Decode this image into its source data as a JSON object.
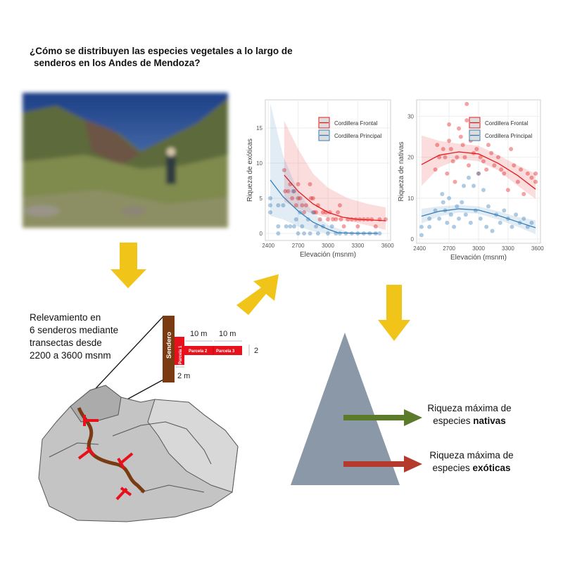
{
  "title": {
    "line1": "¿Cómo se distribuyen las especies vegetales a lo largo de",
    "line2": "senderos en los Andes de Mendoza?"
  },
  "survey": {
    "lines": [
      "Relevamiento en",
      "6 senderos mediante",
      "transectas desde",
      "2200 a 3600 msnm"
    ]
  },
  "transect": {
    "trail": "Sendero",
    "plot1": "Parcela 1",
    "plot2": "Parcela 2",
    "plot3": "Parcela 3",
    "dist1": "10 m",
    "dist2": "10 m",
    "width": "2 m",
    "height": "2"
  },
  "results": {
    "native_pre": "Riqueza máxima de",
    "native_mid": "especies ",
    "native_bold": "nativas",
    "exotic_pre": "Riqueza máxima de",
    "exotic_mid": "especies ",
    "exotic_bold": "exóticas"
  },
  "colors": {
    "frontal": "#e41a1c",
    "principal": "#377eb8",
    "arrow": "#f0c419",
    "green": "#5b7b2a",
    "red": "#b5392c",
    "triangle": "#8a98a7"
  },
  "chart_data": [
    {
      "type": "scatter",
      "ylabel": "Riqueza de exóticas",
      "xlabel": "Elevación (msnm)",
      "xlim": [
        2370,
        3630
      ],
      "ylim": [
        -1,
        19
      ],
      "xticks": [
        "2400",
        "2700",
        "3000",
        "3300",
        "3600"
      ],
      "yticks": [
        "0",
        "5",
        "10",
        "15"
      ],
      "legend": [
        "Cordillera Frontal",
        "Cordillera Principal"
      ],
      "legend_position": "top-right",
      "series": [
        {
          "name": "Cordillera Frontal",
          "fit": [
            [
              2560,
              8.3
            ],
            [
              2700,
              6
            ],
            [
              2850,
              4.2
            ],
            [
              3000,
              3
            ],
            [
              3150,
              2.3
            ],
            [
              3300,
              2
            ],
            [
              3450,
              1.9
            ],
            [
              3580,
              1.8
            ]
          ],
          "upper": [
            [
              2560,
              16
            ],
            [
              2700,
              12
            ],
            [
              2850,
              8.5
            ],
            [
              3000,
              6.5
            ],
            [
              3200,
              5
            ],
            [
              3400,
              4.2
            ],
            [
              3580,
              3.7
            ]
          ],
          "lower": [
            [
              2560,
              4.5
            ],
            [
              2700,
              3.5
            ],
            [
              2850,
              2.8
            ],
            [
              3000,
              2.2
            ],
            [
              3300,
              1.5
            ],
            [
              3580,
              0.5
            ]
          ],
          "points": [
            [
              2560,
              9
            ],
            [
              2570,
              6
            ],
            [
              2600,
              6
            ],
            [
              2620,
              7
            ],
            [
              2640,
              5
            ],
            [
              2660,
              6
            ],
            [
              2680,
              4
            ],
            [
              2700,
              7
            ],
            [
              2700,
              5
            ],
            [
              2720,
              5
            ],
            [
              2740,
              4
            ],
            [
              2760,
              3
            ],
            [
              2780,
              4
            ],
            [
              2820,
              7
            ],
            [
              2830,
              5
            ],
            [
              2850,
              5
            ],
            [
              2860,
              3
            ],
            [
              2880,
              3
            ],
            [
              2900,
              4
            ],
            [
              2920,
              2
            ],
            [
              2950,
              3
            ],
            [
              2980,
              3
            ],
            [
              3000,
              2
            ],
            [
              3020,
              3
            ],
            [
              3050,
              2
            ],
            [
              3080,
              2
            ],
            [
              3100,
              3
            ],
            [
              3120,
              4
            ],
            [
              3130,
              2
            ],
            [
              3160,
              1
            ],
            [
              3200,
              2
            ],
            [
              3240,
              2
            ],
            [
              3280,
              2
            ],
            [
              3300,
              1
            ],
            [
              3320,
              2
            ],
            [
              3360,
              2
            ],
            [
              3400,
              2
            ],
            [
              3440,
              2
            ],
            [
              3480,
              1
            ],
            [
              3520,
              2
            ],
            [
              3580,
              2
            ]
          ]
        },
        {
          "name": "Cordillera Principal",
          "fit": [
            [
              2420,
              7.6
            ],
            [
              2550,
              5.2
            ],
            [
              2700,
              3.2
            ],
            [
              2850,
              1.6
            ],
            [
              3000,
              0.6
            ],
            [
              3100,
              0.1
            ],
            [
              3300,
              0
            ],
            [
              3500,
              0
            ]
          ],
          "upper": [
            [
              2420,
              18.5
            ],
            [
              2550,
              11
            ],
            [
              2700,
              6
            ],
            [
              2850,
              3
            ],
            [
              3000,
              1.2
            ],
            [
              3200,
              0.2
            ],
            [
              3500,
              0.2
            ]
          ],
          "lower": [
            [
              2420,
              2.5
            ],
            [
              2550,
              2
            ],
            [
              2700,
              1
            ],
            [
              2850,
              0.3
            ],
            [
              3000,
              0
            ],
            [
              3500,
              0
            ]
          ],
          "points": [
            [
              2420,
              5
            ],
            [
              2420,
              4
            ],
            [
              2420,
              3
            ],
            [
              2500,
              4
            ],
            [
              2500,
              1
            ],
            [
              2500,
              0
            ],
            [
              2550,
              4
            ],
            [
              2580,
              1
            ],
            [
              2620,
              1
            ],
            [
              2650,
              6
            ],
            [
              2660,
              1
            ],
            [
              2680,
              2
            ],
            [
              2700,
              0
            ],
            [
              2720,
              3
            ],
            [
              2740,
              1
            ],
            [
              2760,
              0
            ],
            [
              2800,
              2
            ],
            [
              2820,
              0
            ],
            [
              2850,
              3
            ],
            [
              2880,
              1
            ],
            [
              2900,
              0
            ],
            [
              2950,
              1
            ],
            [
              3000,
              0
            ],
            [
              3040,
              1
            ],
            [
              3080,
              0
            ],
            [
              3120,
              0
            ],
            [
              3180,
              0
            ],
            [
              3240,
              0
            ],
            [
              3300,
              0
            ],
            [
              3360,
              0
            ],
            [
              3420,
              0
            ],
            [
              3480,
              0
            ],
            [
              3520,
              0
            ]
          ]
        }
      ]
    },
    {
      "type": "scatter",
      "ylabel": "Riqueza de nativas",
      "xlabel": "Elevación (msnm)",
      "xlim": [
        2370,
        3630
      ],
      "ylim": [
        -1,
        34
      ],
      "xticks": [
        "2400",
        "2700",
        "3000",
        "3300",
        "3600"
      ],
      "yticks": [
        "0",
        "10",
        "20",
        "30"
      ],
      "legend": [
        "Cordillera Frontal",
        "Cordillera Principal"
      ],
      "legend_position": "top-right",
      "series": [
        {
          "name": "Cordillera Frontal",
          "fit": [
            [
              2420,
              18.2
            ],
            [
              2600,
              20.5
            ],
            [
              2800,
              21.3
            ],
            [
              3000,
              20.8
            ],
            [
              3200,
              18.5
            ],
            [
              3400,
              15.5
            ],
            [
              3580,
              12.2
            ]
          ],
          "upper": [
            [
              2420,
              25.3
            ],
            [
              2600,
              24
            ],
            [
              2800,
              23.3
            ],
            [
              3000,
              22.8
            ],
            [
              3200,
              20.5
            ],
            [
              3400,
              18
            ],
            [
              3580,
              16
            ]
          ],
          "lower": [
            [
              2420,
              13
            ],
            [
              2600,
              17.5
            ],
            [
              2800,
              19.5
            ],
            [
              3000,
              19
            ],
            [
              3200,
              16.8
            ],
            [
              3400,
              13
            ],
            [
              3580,
              9.8
            ]
          ],
          "points": [
            [
              2580,
              23
            ],
            [
              2560,
              17
            ],
            [
              2600,
              20
            ],
            [
              2640,
              22
            ],
            [
              2660,
              20
            ],
            [
              2680,
              16
            ],
            [
              2700,
              28
            ],
            [
              2700,
              24
            ],
            [
              2720,
              22
            ],
            [
              2740,
              19
            ],
            [
              2760,
              14
            ],
            [
              2780,
              20
            ],
            [
              2800,
              27
            ],
            [
              2820,
              25
            ],
            [
              2840,
              23
            ],
            [
              2860,
              20
            ],
            [
              2880,
              33
            ],
            [
              2880,
              29
            ],
            [
              2900,
              18
            ],
            [
              2920,
              24
            ],
            [
              2950,
              21
            ],
            [
              2980,
              22
            ],
            [
              3000,
              16
            ],
            [
              3020,
              20
            ],
            [
              3050,
              19
            ],
            [
              3080,
              17
            ],
            [
              3100,
              23
            ],
            [
              3130,
              21
            ],
            [
              3160,
              18
            ],
            [
              3200,
              20
            ],
            [
              3230,
              17
            ],
            [
              3260,
              16
            ],
            [
              3300,
              12
            ],
            [
              3330,
              22
            ],
            [
              3360,
              18
            ],
            [
              3400,
              14
            ],
            [
              3430,
              17
            ],
            [
              3460,
              11
            ],
            [
              3500,
              16
            ],
            [
              3540,
              15
            ],
            [
              3580,
              16
            ],
            [
              3580,
              14
            ]
          ]
        },
        {
          "name": "Cordillera Principal",
          "fit": [
            [
              2420,
              5.6
            ],
            [
              2600,
              6.8
            ],
            [
              2800,
              7.4
            ],
            [
              3000,
              7.1
            ],
            [
              3200,
              5.8
            ],
            [
              3400,
              4.2
            ],
            [
              3580,
              2.8
            ]
          ],
          "upper": [
            [
              2420,
              7.4
            ],
            [
              2600,
              8
            ],
            [
              2800,
              8.3
            ],
            [
              3000,
              8
            ],
            [
              3200,
              6.8
            ],
            [
              3400,
              5.4
            ],
            [
              3580,
              4.6
            ]
          ],
          "lower": [
            [
              2420,
              3.8
            ],
            [
              2600,
              5.6
            ],
            [
              2800,
              6.5
            ],
            [
              3000,
              6.2
            ],
            [
              3200,
              4.8
            ],
            [
              3400,
              3
            ],
            [
              3580,
              1.2
            ]
          ],
          "points": [
            [
              2420,
              3
            ],
            [
              2420,
              1
            ],
            [
              2500,
              5
            ],
            [
              2500,
              3
            ],
            [
              2560,
              7
            ],
            [
              2600,
              5
            ],
            [
              2630,
              11
            ],
            [
              2640,
              9
            ],
            [
              2660,
              7
            ],
            [
              2680,
              4
            ],
            [
              2700,
              10
            ],
            [
              2720,
              6
            ],
            [
              2750,
              3
            ],
            [
              2780,
              8
            ],
            [
              2800,
              5
            ],
            [
              2830,
              9
            ],
            [
              2850,
              13
            ],
            [
              2870,
              6
            ],
            [
              2900,
              15
            ],
            [
              2920,
              4
            ],
            [
              2950,
              13
            ],
            [
              2970,
              7
            ],
            [
              3000,
              16
            ],
            [
              3020,
              5
            ],
            [
              3050,
              12
            ],
            [
              3080,
              3
            ],
            [
              3100,
              8
            ],
            [
              3140,
              2
            ],
            [
              3180,
              6
            ],
            [
              3220,
              4
            ],
            [
              3260,
              7
            ],
            [
              3300,
              5
            ],
            [
              3340,
              3
            ],
            [
              3380,
              6
            ],
            [
              3420,
              4
            ],
            [
              3460,
              5
            ],
            [
              3500,
              3
            ],
            [
              3540,
              4
            ]
          ]
        }
      ]
    }
  ]
}
